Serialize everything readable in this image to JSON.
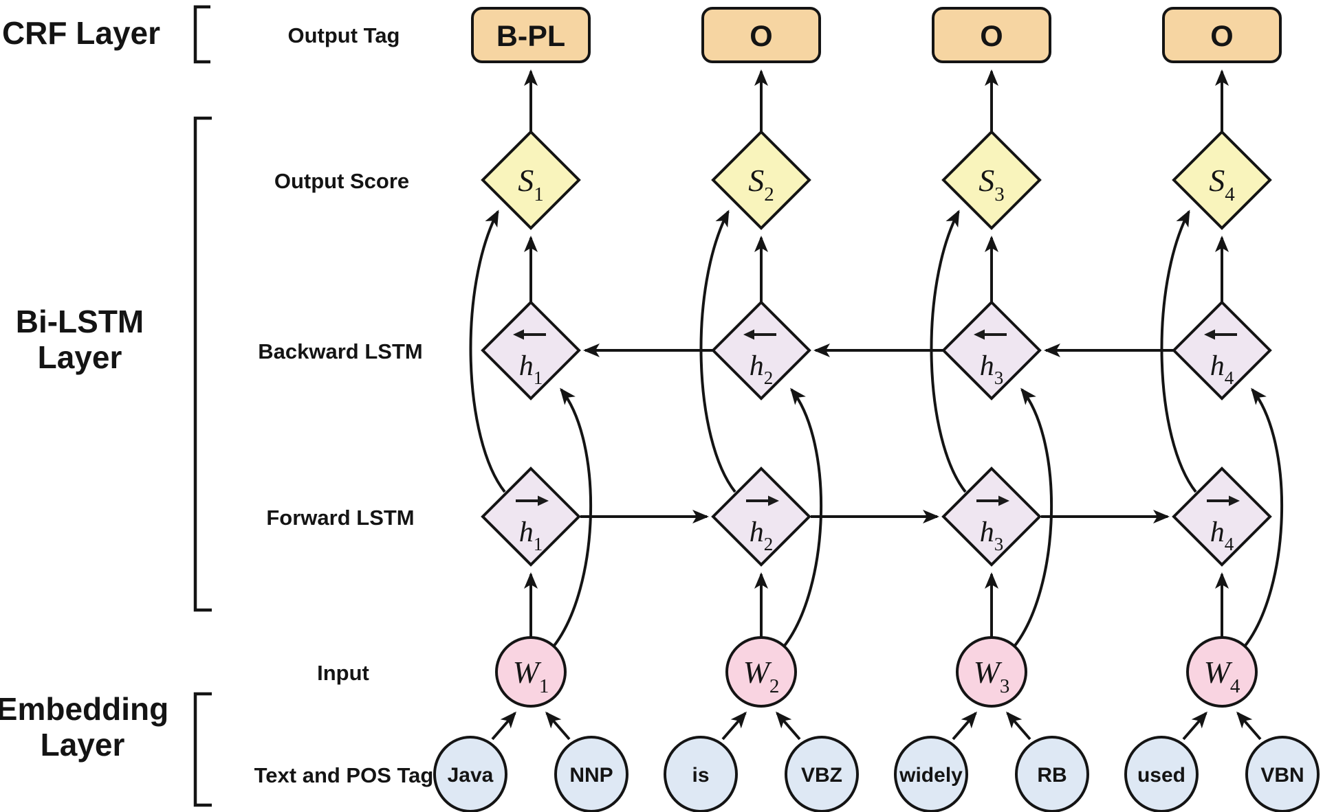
{
  "layer_labels": {
    "crf": "CRF Layer",
    "bilstm": [
      "Bi-LSTM",
      "Layer"
    ],
    "embedding": [
      "Embedding",
      "Layer"
    ]
  },
  "row_labels": {
    "output_tag": "Output Tag",
    "output_score": "Output Score",
    "backward_lstm": "Backward LSTM",
    "forward_lstm": "Forward LSTM",
    "input": "Input",
    "text_and_pos": "Text and POS Tag"
  },
  "columns": [
    {
      "tag": "B-PL",
      "score": {
        "base": "S",
        "sub": "1"
      },
      "backward": {
        "base": "h",
        "sub": "1"
      },
      "forward": {
        "base": "h",
        "sub": "1"
      },
      "input": {
        "base": "W",
        "sub": "1"
      },
      "word": "Java",
      "pos": "NNP"
    },
    {
      "tag": "O",
      "score": {
        "base": "S",
        "sub": "2"
      },
      "backward": {
        "base": "h",
        "sub": "2"
      },
      "forward": {
        "base": "h",
        "sub": "2"
      },
      "input": {
        "base": "W",
        "sub": "2"
      },
      "word": "is",
      "pos": "VBZ"
    },
    {
      "tag": "O",
      "score": {
        "base": "S",
        "sub": "3"
      },
      "backward": {
        "base": "h",
        "sub": "3"
      },
      "forward": {
        "base": "h",
        "sub": "3"
      },
      "input": {
        "base": "W",
        "sub": "3"
      },
      "word": "widely",
      "pos": "RB"
    },
    {
      "tag": "O",
      "score": {
        "base": "S",
        "sub": "4"
      },
      "backward": {
        "base": "h",
        "sub": "4"
      },
      "forward": {
        "base": "h",
        "sub": "4"
      },
      "input": {
        "base": "W",
        "sub": "4"
      },
      "word": "used",
      "pos": "VBN"
    }
  ],
  "icons": {
    "backward_cell": "left-arrow",
    "forward_cell": "right-arrow"
  },
  "colors": {
    "tag_fill": "#F6D5A2",
    "score_fill": "#F9F4BC",
    "lstm_fill": "#EFE6F1",
    "input_fill": "#F9D4E1",
    "word_fill": "#DEE8F4",
    "stroke": "#141414"
  }
}
